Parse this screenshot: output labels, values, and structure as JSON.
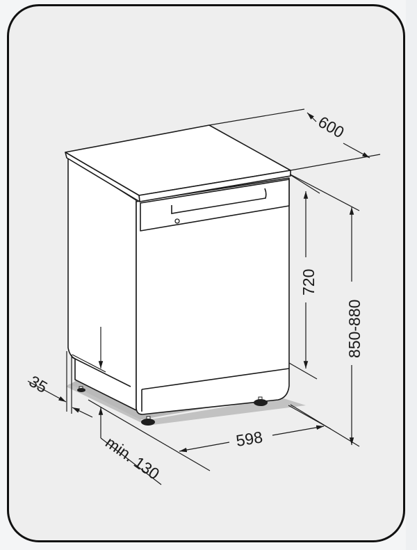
{
  "diagram": {
    "subject": "freestanding dishwasher",
    "colors": {
      "background": "#eeeeee",
      "frame_border": "#111111",
      "appliance_fill": "#ffffff",
      "line": "#1a1a1a",
      "floor_shadow": "#b9b9b9"
    },
    "dimensions": {
      "depth": {
        "label": "600"
      },
      "height_body": {
        "label": "720"
      },
      "height_total": {
        "label": "850-880"
      },
      "width": {
        "label": "598"
      },
      "plinth_offset": {
        "label": "35"
      },
      "plinth_clearance": {
        "label": "min. 130"
      }
    }
  }
}
